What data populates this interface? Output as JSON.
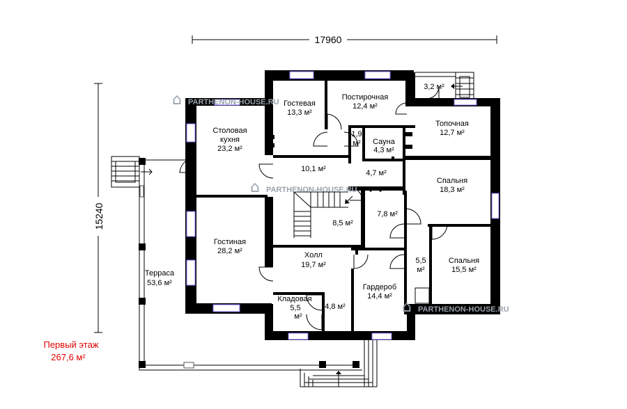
{
  "dimensions": {
    "width": "17960",
    "height": "15240"
  },
  "floor": {
    "name": "Первый этаж",
    "area": "267,6 м²"
  },
  "watermark": "PARTHENON-HOUSE.RU",
  "rooms": {
    "guest": {
      "name": "Гостевая",
      "area": "13,3 м²"
    },
    "laundry": {
      "name": "Постирочная",
      "area": "12,4 м²"
    },
    "vestibule": {
      "area": "3,2 м²"
    },
    "furnace": {
      "name": "Топочная",
      "area": "12,7 м²"
    },
    "kitchen": {
      "name1": "Столовая",
      "name2": "кухня",
      "area": "23,2 м²"
    },
    "shower": {
      "area1": "1,9",
      "area2": "м²"
    },
    "sauna": {
      "name": "Сауна",
      "area": "4,3 м²"
    },
    "corridor": {
      "area": "10,1 м²"
    },
    "washroom": {
      "area": "4,7 м²"
    },
    "bedroom1": {
      "name": "Спальня",
      "area": "18,3 м²"
    },
    "stairs": {
      "area": "8,5 м²"
    },
    "bath": {
      "area": "7,8 м²"
    },
    "living": {
      "name": "Гостиная",
      "area": "28,2 м²"
    },
    "hall": {
      "name": "Холл",
      "area": "19,7 м²"
    },
    "hallway": {
      "area1": "5,5",
      "area2": "м²"
    },
    "bedroom2": {
      "name": "Спальня",
      "area": "15,5 м²"
    },
    "terrace": {
      "name": "Терраса",
      "area": "53,6 м²"
    },
    "pantry": {
      "name": "Кладовая",
      "area1": "5,5",
      "area2": "м²"
    },
    "tambour": {
      "area": "4,8 м²"
    },
    "wardrobe": {
      "name": "Гардероб",
      "area": "14,4 м²"
    }
  },
  "colors": {
    "wall": "#000000",
    "window": "#8a6cff",
    "watermark": "#9aa3ad",
    "caption": "#e00000"
  }
}
